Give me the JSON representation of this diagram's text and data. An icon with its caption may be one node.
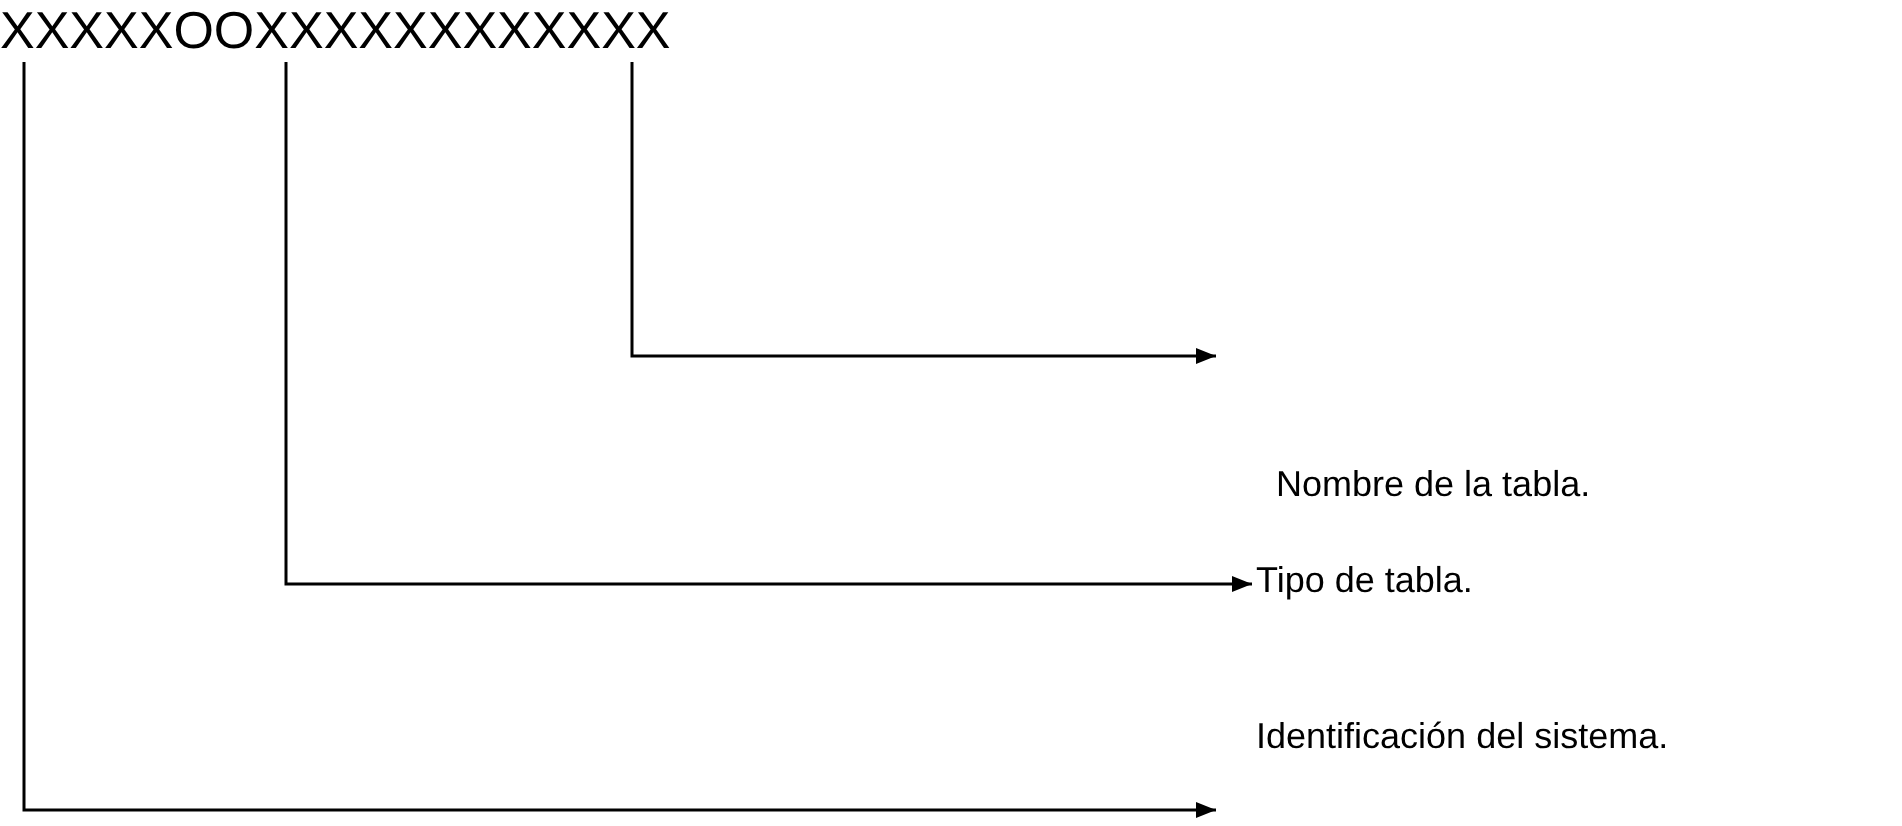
{
  "diagram": {
    "nodes": [
      {
        "text": [
          "XXXXXOOXXXXXXXXXXXX"
        ]
      },
      {
        "text": [
          "Nombre de la tabla."
        ]
      },
      {
        "text": [
          "Tipo de tabla."
        ]
      },
      {
        "text": [
          "Identificación del sistema."
        ]
      }
    ],
    "edges": [
      {
        "from": 0,
        "to": 1,
        "arrow": "to"
      },
      {
        "from": 0,
        "to": 2,
        "arrow": "to"
      },
      {
        "from": 0,
        "to": 3,
        "arrow": "to"
      }
    ]
  }
}
